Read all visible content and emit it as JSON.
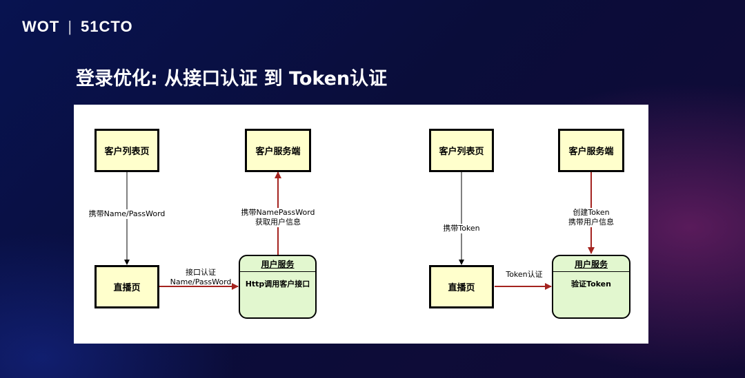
{
  "brand": {
    "left": "WOT",
    "divider": "|",
    "right": "51CTO"
  },
  "title": "登录优化: 从接口认证 到 Token认证",
  "left_diagram": {
    "client_list": "客户列表页",
    "client_service": "客户服务端",
    "live_page": "直播页",
    "user_service": {
      "title": "用户服务",
      "body": "Http调用客户接口"
    },
    "edge_list_to_live": "携带Name/PassWord",
    "edge_live_to_user": [
      "接口认证",
      "Name/PassWord"
    ],
    "edge_user_to_client": [
      "携带NamePassWord",
      "获取用户信息"
    ]
  },
  "right_diagram": {
    "client_list": "客户列表页",
    "client_service": "客户服务端",
    "live_page": "直播页",
    "user_service": {
      "title": "用户服务",
      "body": "验证Token"
    },
    "edge_list_to_live": "携带Token",
    "edge_live_to_user": "Token认证",
    "edge_client_to_user": [
      "创建Token",
      "携带用户信息"
    ]
  },
  "colors": {
    "node_fill": "#ffffcc",
    "service_fill": "#e2f7cf",
    "arrow_red": "#a4231f"
  }
}
